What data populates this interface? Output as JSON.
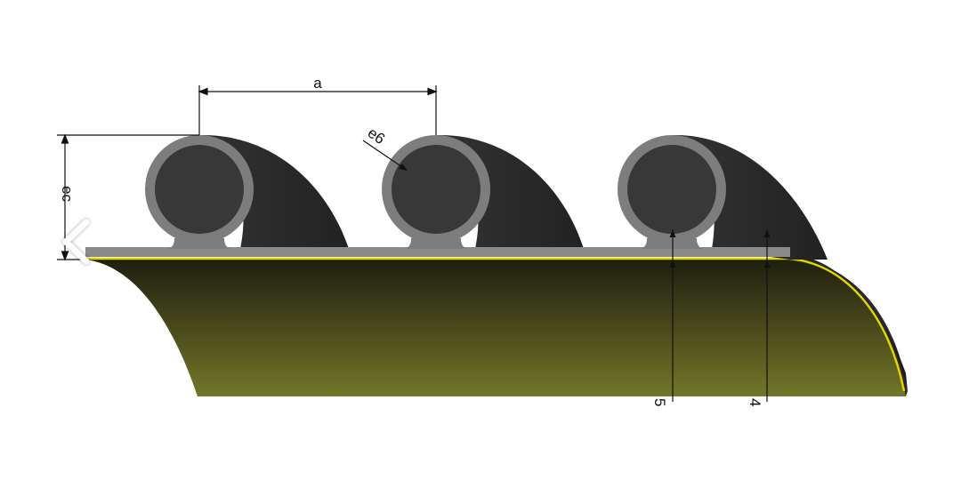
{
  "diagram": {
    "labels": {
      "pitch": "a",
      "height": "ec",
      "wall": "e6",
      "dim_left": "5",
      "dim_right": "4"
    },
    "colors": {
      "background": "#ffffff",
      "tube_outline": "#7a7a7a",
      "tube_fill": "#3a3a3a",
      "fin": "#2e2e2e",
      "base_strip": "#888888",
      "yellow_line": "#e6d400",
      "body_top": "#252513",
      "body_bottom": "#6f7224",
      "dimension_line": "#111111"
    },
    "tube_count": 3
  },
  "navigation": {
    "back_icon": "chevron-left-icon"
  }
}
